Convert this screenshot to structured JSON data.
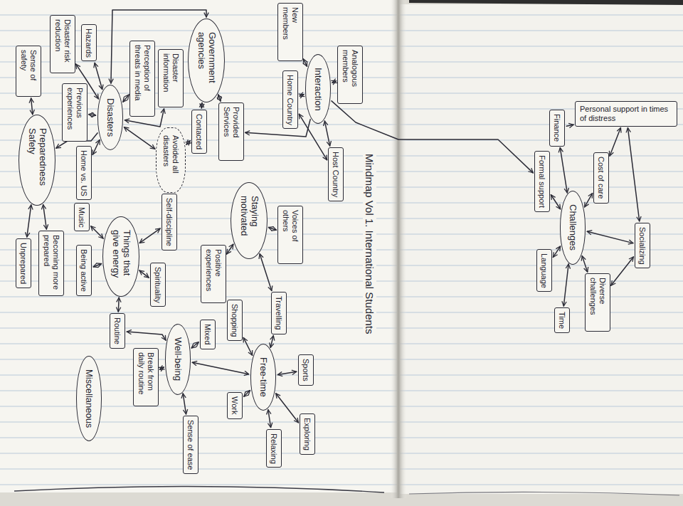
{
  "diagram": {
    "title": "Mindmap Vol 1. International Students",
    "nodes": [
      {
        "text": [
          "Sense of safety"
        ]
      },
      {
        "text": [
          "Disaster risk reduction"
        ]
      },
      {
        "text": [
          "Hazards"
        ]
      },
      {
        "text": [
          "Disasters"
        ]
      },
      {
        "text": [
          "Previous experiences"
        ]
      },
      {
        "text": [
          "Home vs. US"
        ]
      },
      {
        "text": [
          "Perception of threats in media"
        ]
      },
      {
        "text": [
          "Disaster information"
        ]
      },
      {
        "text": [
          "Government agencies"
        ]
      },
      {
        "text": [
          "Contacted"
        ]
      },
      {
        "text": [
          "Provided Services"
        ]
      },
      {
        "text": [
          "Avoided all disasters"
        ]
      },
      {
        "text": [
          "New members"
        ]
      },
      {
        "text": [
          "Interaction"
        ]
      },
      {
        "text": [
          "Home Country"
        ]
      },
      {
        "text": [
          "Analogous members"
        ]
      },
      {
        "text": [
          "Host Country"
        ]
      },
      {
        "text": [
          "Preparedness Safety"
        ]
      },
      {
        "text": [
          "Unprepared"
        ]
      },
      {
        "text": [
          "Becoming more prepared"
        ]
      },
      {
        "text": [
          "Music"
        ]
      },
      {
        "text": [
          "Things that give energy"
        ]
      },
      {
        "text": [
          "Self-discipline"
        ]
      },
      {
        "text": [
          "Being active"
        ]
      },
      {
        "text": [
          "Spirituality"
        ]
      },
      {
        "text": [
          "Routine"
        ]
      },
      {
        "text": [
          "Staying motivated"
        ]
      },
      {
        "text": [
          "Positive experiences"
        ]
      },
      {
        "text": [
          "Voices of others"
        ]
      },
      {
        "text": [
          "Well-being"
        ]
      },
      {
        "text": [
          "Break from daily routine"
        ]
      },
      {
        "text": [
          "Mixed"
        ]
      },
      {
        "text": [
          "Sense of ease"
        ]
      },
      {
        "text": [
          "Miscellaneous"
        ]
      },
      {
        "text": [
          "Free-time"
        ]
      },
      {
        "text": [
          "Shopping"
        ]
      },
      {
        "text": [
          "Travelling"
        ]
      },
      {
        "text": [
          "Work"
        ]
      },
      {
        "text": [
          "Sports"
        ]
      },
      {
        "text": [
          "Relaxing"
        ]
      },
      {
        "text": [
          "Exploring"
        ]
      },
      {
        "text": [
          "Challenges"
        ]
      },
      {
        "text": [
          "Finance"
        ]
      },
      {
        "text": [
          "Personal support in times of distress"
        ]
      },
      {
        "text": [
          "Formal support"
        ]
      },
      {
        "text": [
          "Cost of care"
        ]
      },
      {
        "text": [
          "Socializing"
        ]
      },
      {
        "text": [
          "Language"
        ]
      },
      {
        "text": [
          "Diverse challenges"
        ]
      },
      {
        "text": [
          "Time"
        ]
      }
    ],
    "edges": [
      {
        "from": 3,
        "to": 1,
        "arrow": "both"
      },
      {
        "from": 3,
        "to": 2,
        "arrow": "both"
      },
      {
        "from": 3,
        "to": 4,
        "arrow": "both"
      },
      {
        "from": 3,
        "to": 5,
        "arrow": "both"
      },
      {
        "from": 3,
        "to": 6,
        "arrow": "both"
      },
      {
        "from": 3,
        "to": 7,
        "arrow": "both"
      },
      {
        "from": 3,
        "to": 8,
        "arrow": "both"
      },
      {
        "from": 3,
        "to": 11,
        "arrow": "both"
      },
      {
        "from": 3,
        "to": 17,
        "arrow": "to"
      },
      {
        "from": 8,
        "to": 9,
        "arrow": "both"
      },
      {
        "from": 8,
        "to": 10,
        "arrow": "both"
      },
      {
        "from": 9,
        "to": 11,
        "arrow": "both"
      },
      {
        "from": 13,
        "to": 12,
        "arrow": "both"
      },
      {
        "from": 13,
        "to": 14,
        "arrow": "both"
      },
      {
        "from": 13,
        "to": 15,
        "arrow": "both"
      },
      {
        "from": 13,
        "to": 16,
        "arrow": "both"
      },
      {
        "from": 14,
        "to": 16,
        "arrow": "both"
      },
      {
        "from": 13,
        "to": 10,
        "arrow": "to"
      },
      {
        "from": 13,
        "to": 44,
        "arrow": "to"
      },
      {
        "from": 17,
        "to": 0,
        "arrow": "both"
      },
      {
        "from": 17,
        "to": 18,
        "arrow": "both"
      },
      {
        "from": 17,
        "to": 19,
        "arrow": "both"
      },
      {
        "from": 21,
        "to": 20,
        "arrow": "both"
      },
      {
        "from": 21,
        "to": 22,
        "arrow": "both"
      },
      {
        "from": 21,
        "to": 23,
        "arrow": "both"
      },
      {
        "from": 21,
        "to": 24,
        "arrow": "both"
      },
      {
        "from": 21,
        "to": 25,
        "arrow": "both"
      },
      {
        "from": 26,
        "to": 27,
        "arrow": "both"
      },
      {
        "from": 26,
        "to": 28,
        "arrow": "both"
      },
      {
        "from": 26,
        "to": 36,
        "arrow": "both"
      },
      {
        "from": 25,
        "to": 29,
        "arrow": "both"
      },
      {
        "from": 29,
        "to": 30,
        "arrow": "both"
      },
      {
        "from": 29,
        "to": 31,
        "arrow": "both"
      },
      {
        "from": 29,
        "to": 32,
        "arrow": "both"
      },
      {
        "from": 29,
        "to": 34,
        "arrow": "both"
      },
      {
        "from": 34,
        "to": 35,
        "arrow": "both"
      },
      {
        "from": 34,
        "to": 36,
        "arrow": "both"
      },
      {
        "from": 34,
        "to": 37,
        "arrow": "both"
      },
      {
        "from": 34,
        "to": 38,
        "arrow": "both"
      },
      {
        "from": 34,
        "to": 39,
        "arrow": "both"
      },
      {
        "from": 34,
        "to": 40,
        "arrow": "both"
      },
      {
        "from": 41,
        "to": 42,
        "arrow": "both"
      },
      {
        "from": 41,
        "to": 44,
        "arrow": "both"
      },
      {
        "from": 41,
        "to": 45,
        "arrow": "both"
      },
      {
        "from": 41,
        "to": 46,
        "arrow": "both"
      },
      {
        "from": 41,
        "to": 47,
        "arrow": "both"
      },
      {
        "from": 41,
        "to": 48,
        "arrow": "both"
      },
      {
        "from": 41,
        "to": 49,
        "arrow": "both"
      },
      {
        "from": 45,
        "to": 43,
        "arrow": "both"
      },
      {
        "from": 46,
        "to": 43,
        "arrow": "both"
      },
      {
        "from": 42,
        "to": 43,
        "arrow": "to"
      },
      {
        "from": 46,
        "to": 48,
        "arrow": "both"
      }
    ]
  }
}
